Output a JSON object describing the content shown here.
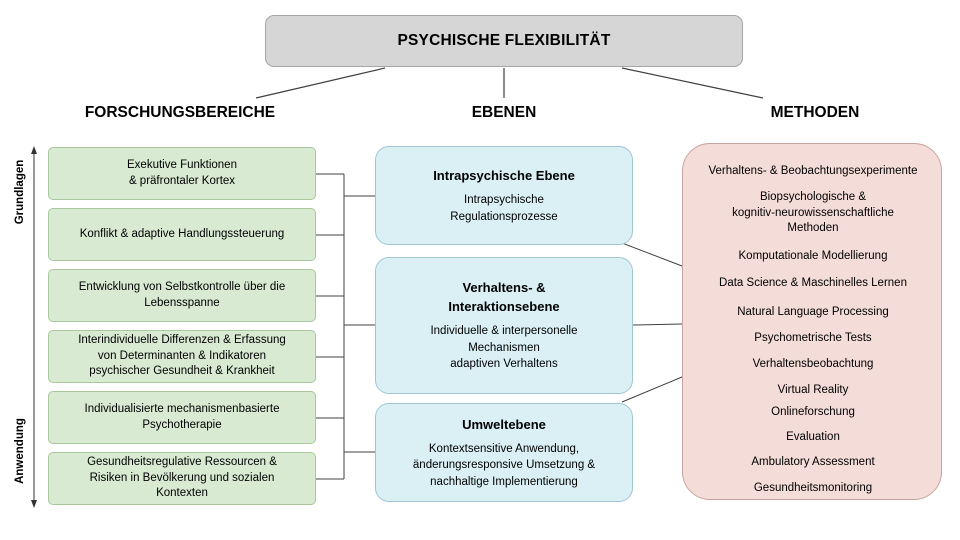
{
  "title": "PSYCHISCHE FLEXIBILITÄT",
  "columns": {
    "left": "FORSCHUNGSBEREICHE",
    "middle": "EBENEN",
    "right": "METHODEN"
  },
  "axis": {
    "top": "Grundlagen",
    "bottom": "Anwendung"
  },
  "research_areas": [
    "Exekutive Funktionen\n& präfrontaler Kortex",
    "Konflikt & adaptive Handlungssteuerung",
    "Entwicklung von Selbstkontrolle über die\nLebensspanne",
    "Interindividuelle Differenzen & Erfassung\nvon Determinanten & Indikatoren\npsychischer Gesundheit & Krankheit",
    "Individualisierte mechanismenbasierte\nPsychotherapie",
    "Gesundheitsregulative Ressourcen &\nRisiken in Bevölkerung und sozialen\nKontexten"
  ],
  "levels": [
    {
      "title": "Intrapsychische Ebene",
      "body": "Intrapsychische\nRegulationsprozesse"
    },
    {
      "title": "Verhaltens- &\nInteraktionsebene",
      "body": "Individuelle & interpersonelle\nMechanismen\nadaptiven Verhaltens"
    },
    {
      "title": "Umweltebene",
      "body": "Kontextsensitive Anwendung,\nänderungsresponsive Umsetzung &\nnachhaltige Implementierung"
    }
  ],
  "methods": [
    "Verhaltens- & Beobachtungsexperimente",
    "Biopsychologische &\nkognitiv-neurowissenschaftliche\nMethoden",
    "Komputationale Modellierung",
    "Data Science & Maschinelles Lernen",
    "Natural Language Processing",
    "Psychometrische Tests",
    "Verhaltensbeobachtung",
    "Virtual Reality",
    "Onlineforschung",
    "Evaluation",
    "Ambulatory Assessment",
    "Gesundheitsmonitoring"
  ]
}
